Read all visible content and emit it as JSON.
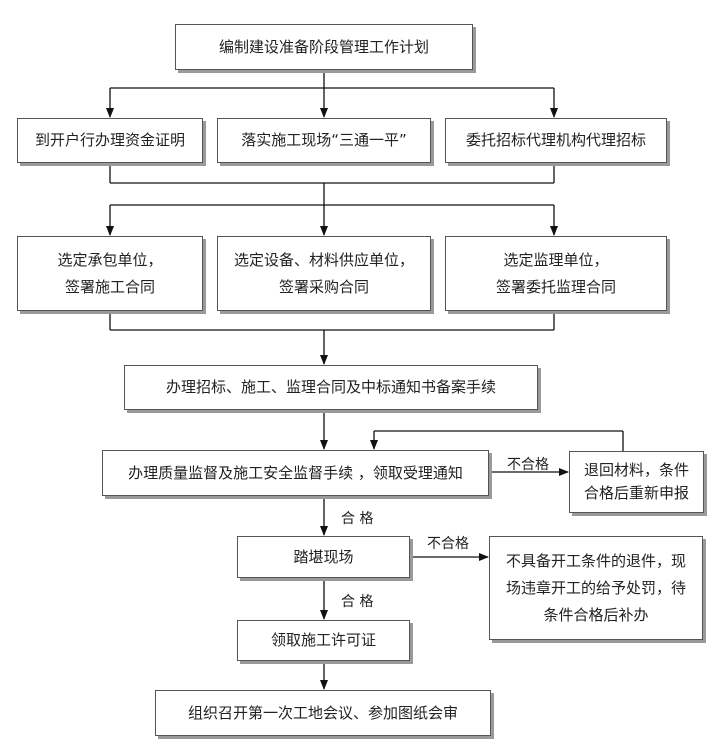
{
  "nodes": {
    "plan": "编制建设准备阶段管理工作计划",
    "funds": "到开户行办理资金证明",
    "site": "落实施工现场“三通一平”",
    "bidding": "委托招标代理机构代理招标",
    "contractor": [
      "选定承包单位，",
      "签署施工合同"
    ],
    "supplier": [
      "选定设备、材料供应单位，",
      "签署采购合同"
    ],
    "supervisor": [
      "选定监理单位，",
      "签署委托监理合同"
    ],
    "filing": "办理招标、施工、监理合同及中标通知书备案手续",
    "quality": "办理质量监督及施工安全监督手续 ，领取受理通知",
    "return": [
      "退回材料，条件",
      "合格后重新申报"
    ],
    "survey": "踏堪现场",
    "penalty": [
      "不具备开工条件的退件，现",
      "场违章开工的给予处罚，待",
      "条件合格后补办"
    ],
    "permit": "领取施工许可证",
    "meeting": "组织召开第一次工地会议、参加图纸会审"
  },
  "labels": {
    "fail1": "不合格",
    "pass1": "合 格",
    "fail2": "不合格",
    "pass2": "合 格"
  }
}
